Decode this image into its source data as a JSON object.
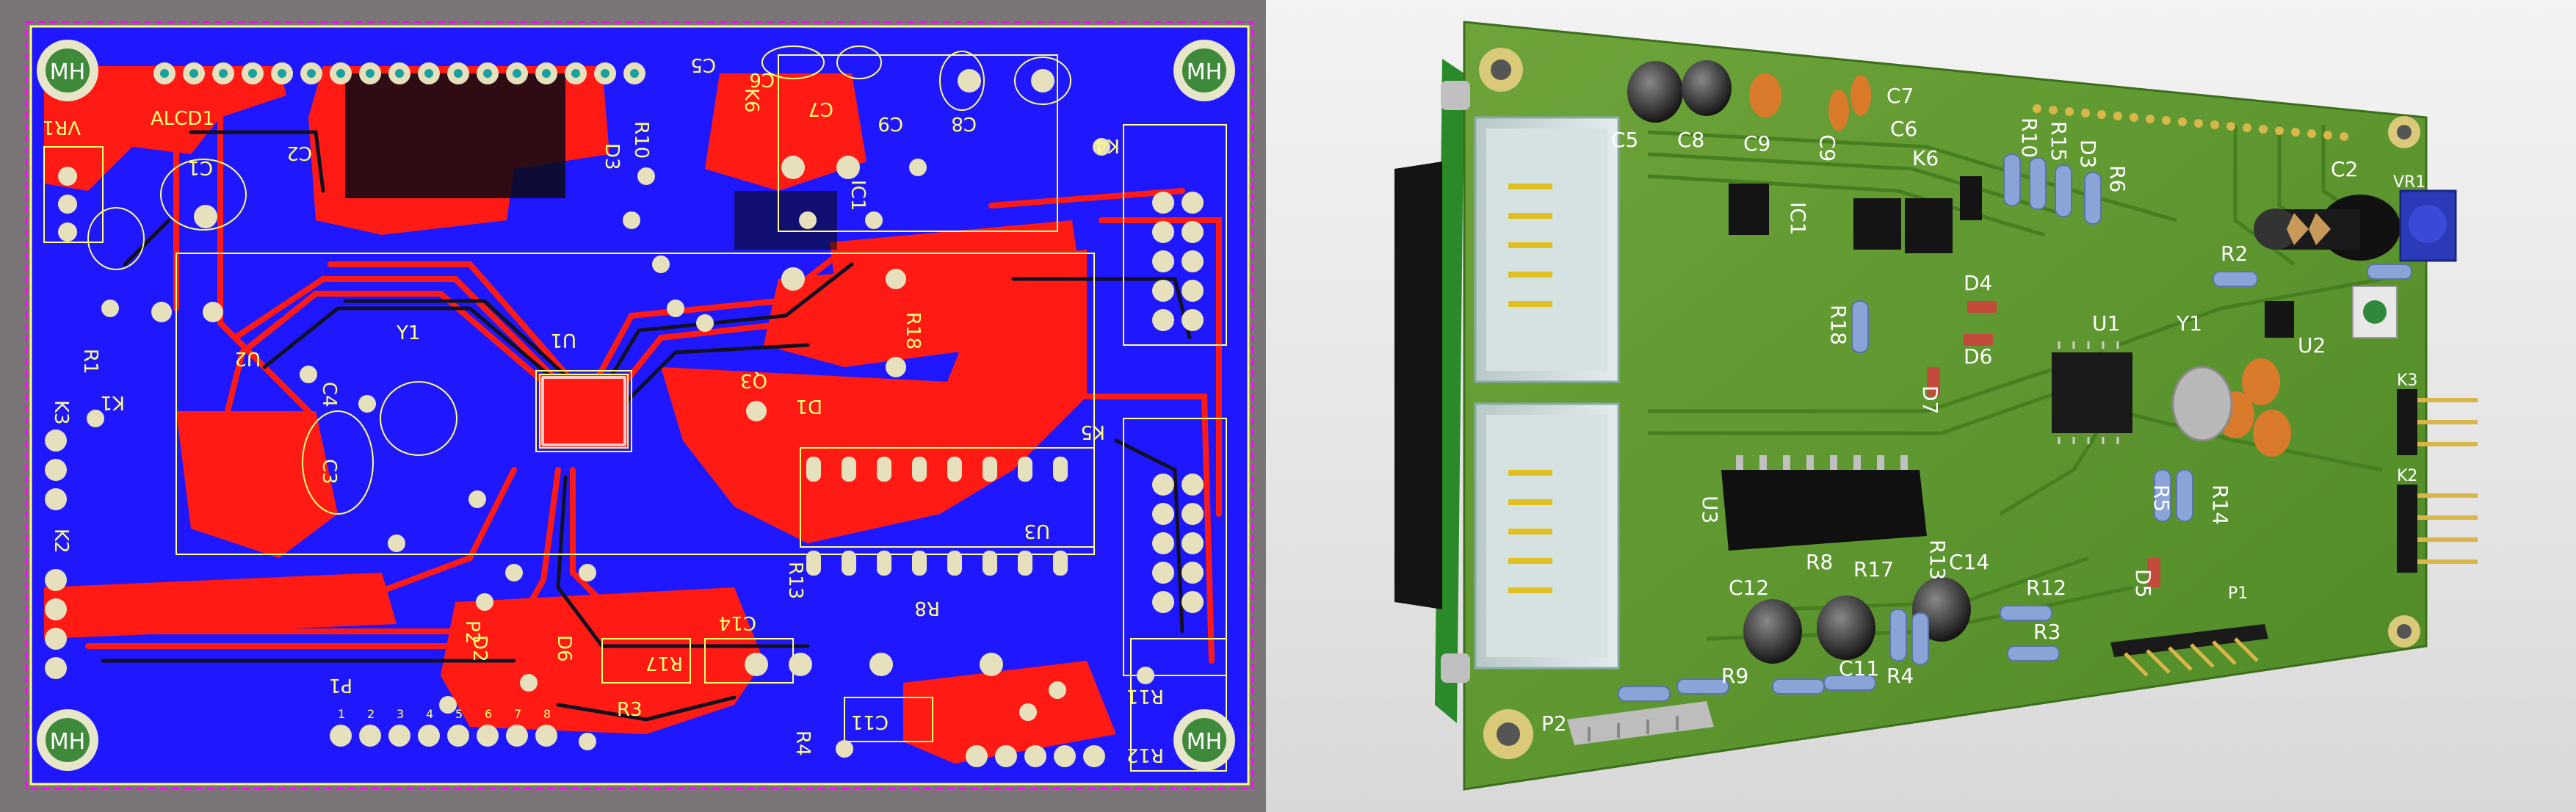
{
  "pcb_layout": {
    "title_designator": "ALCD1",
    "mounting_hole_label": "MH",
    "designators": {
      "vr1": "VR1",
      "c1": "C1",
      "c2": "C2",
      "c3": "C3",
      "c4": "C4",
      "y1": "Y1",
      "u1": "U1",
      "u2": "U2",
      "u3": "U3",
      "r1": "R1",
      "k1": "K1",
      "k2": "K2",
      "k3": "K3",
      "k4": "K4",
      "k5": "K5",
      "k6": "K6",
      "p1": "P1",
      "p2": "P2",
      "r13": "R13",
      "r18": "R18",
      "d1": "D1",
      "d2": "D2",
      "d6": "D6",
      "c5": "C5",
      "c6": "C6",
      "c7": "C7",
      "c8": "C8",
      "c9": "C9",
      "c11": "C11",
      "c14": "C14",
      "r3": "R3",
      "r4": "R4",
      "r8": "R8",
      "r11": "R11",
      "r12": "R12",
      "r17": "R17",
      "r10": "R10",
      "ic1": "IC1",
      "d3": "D3",
      "q3": "Q3"
    },
    "p1_pin_numbers": [
      "1",
      "2",
      "3",
      "4",
      "5",
      "6",
      "7",
      "8"
    ],
    "colors": {
      "top_copper": "#ff1a14",
      "bottom_copper": "#1f18ff",
      "silkscreen": "#ffff7a",
      "board_outline": "#ff00ff",
      "background": "#7a7677"
    }
  },
  "pcb_3d": {
    "labels": {
      "c5": "C5",
      "c8": "C8",
      "c9": "C9",
      "c7": "C7",
      "c6": "C6",
      "k6": "K6",
      "r10": "R10",
      "r15": "R15",
      "d3": "D3",
      "r6": "R6",
      "ic1": "IC1",
      "r18": "R18",
      "d4": "D4",
      "d6": "D6",
      "d7": "D7",
      "u1": "U1",
      "y1": "Y1",
      "u2": "U2",
      "r2": "R2",
      "c2": "C2",
      "vr1": "VR1",
      "k3": "K3",
      "k2": "K2",
      "u3": "U3",
      "r5": "R5",
      "r14": "R14",
      "d5": "D5",
      "r13": "R13",
      "c12": "C12",
      "r8": "R8",
      "r17": "R17",
      "c14": "C14",
      "r12": "R12",
      "r3": "R3",
      "c11": "C11",
      "r9": "R9",
      "r4": "R4",
      "p1": "P1",
      "p2": "P2"
    },
    "colors": {
      "board": "#5f9a2e",
      "traces": "#4c8a22",
      "silkscreen": "#ffffff"
    }
  }
}
